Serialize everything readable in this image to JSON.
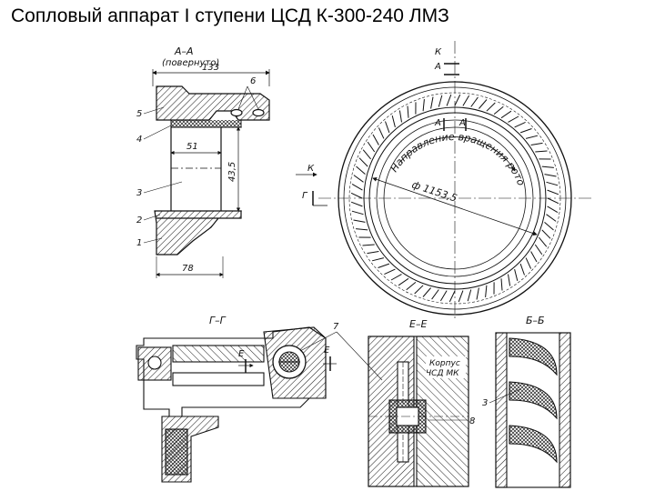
{
  "slide": {
    "title": "Сопловый аппарат I ступени ЦСД К-300-240 ЛМЗ"
  },
  "section_aa": {
    "title": "А–А",
    "subtitle": "(повернуто)",
    "dim_total_width": "133",
    "dim_inner_width": "51",
    "dim_height": "43,5",
    "dim_bottom_width": "78",
    "callout_6": "6",
    "callout_5": "5",
    "callout_4": "4",
    "callout_3": "3",
    "callout_2": "2",
    "callout_1": "1"
  },
  "ring_view": {
    "label_k_top": "К",
    "label_a_top": "А",
    "label_a_left": "А",
    "label_a_right": "А",
    "label_k_left": "К",
    "label_g_left": "Г",
    "rotation_text": "Направление вращения ротора",
    "diameter_label": "ф 1153,5"
  },
  "section_gg": {
    "title": "Г–Г",
    "label_e_left": "Е",
    "label_e_right": "Е",
    "callout_7": "7"
  },
  "section_ee": {
    "title": "Е–Е",
    "note": "Корпус",
    "note2": "ЧСД МК",
    "callout_8": "8"
  },
  "section_bb": {
    "title": "Б–Б",
    "callout_3": "3"
  },
  "colors": {
    "ink": "#111111",
    "hatch": "#333333",
    "background": "#ffffff"
  }
}
